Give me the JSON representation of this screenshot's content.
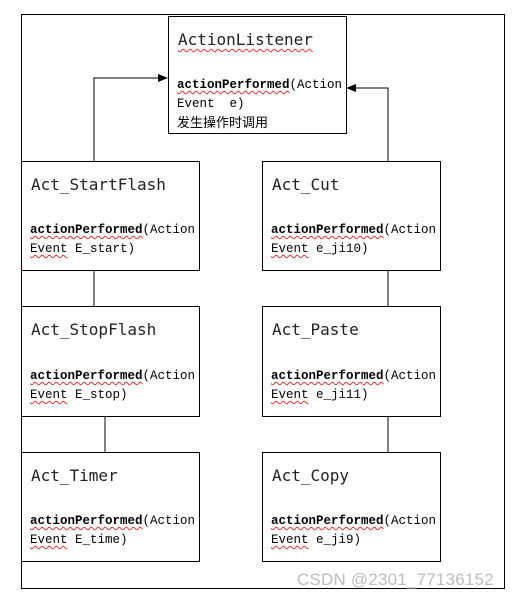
{
  "interface": {
    "name": "ActionListener",
    "method": "actionPerformed",
    "params_a": "(Action",
    "params_b_word": "Event",
    "params_b_rest": "  e)",
    "note": "发生操作时调用"
  },
  "classes": [
    {
      "name": "Act_StartFlash",
      "method": "actionPerformed",
      "params_a": "(Action",
      "params_b_word": "Event",
      "params_b_rest": " E_start)"
    },
    {
      "name": "Act_Cut",
      "method": "actionPerformed",
      "params_a": "(Action",
      "params_b_word": "Event",
      "params_b_rest": " e_ji10)"
    },
    {
      "name": "Act_StopFlash",
      "method": "actionPerformed",
      "params_a": "(Action",
      "params_b_word": "Event",
      "params_b_rest": " E_stop)"
    },
    {
      "name": "Act_Paste",
      "method": "actionPerformed",
      "params_a": "(Action",
      "params_b_word": "Event",
      "params_b_rest": " e_ji11)"
    },
    {
      "name": "Act_Timer",
      "method": "actionPerformed",
      "params_a": "(Action",
      "params_b_word": "Event",
      "params_b_rest": " E_time)"
    },
    {
      "name": "Act_Copy",
      "method": "actionPerformed",
      "params_a": "(Action",
      "params_b_word": "Event",
      "params_b_rest": " e_ji9)"
    }
  ],
  "watermark": "CSDN @2301_77136152"
}
